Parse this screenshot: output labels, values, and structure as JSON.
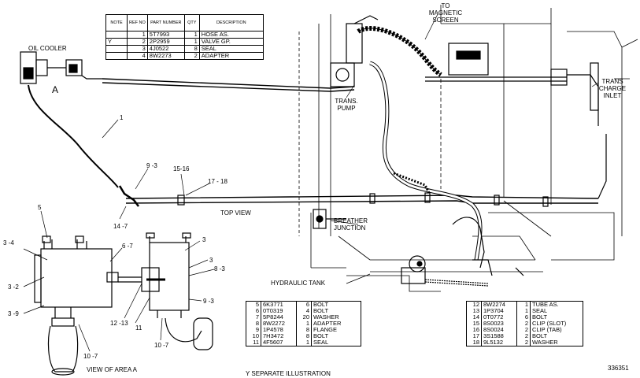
{
  "top_table": {
    "headers": [
      "NOTE",
      "REF NO",
      "PART NUMBER",
      "QTY",
      "DESCRIPTION"
    ],
    "rows": [
      {
        "note": "",
        "ref": "1",
        "part": "5T7993",
        "qty": "1",
        "desc": "HOSE AS."
      },
      {
        "note": "Y",
        "ref": "2",
        "part": "2P2959",
        "qty": "1",
        "desc": "VALVE GP."
      },
      {
        "note": "",
        "ref": "3",
        "part": "4J0522",
        "qty": "8",
        "desc": "SEAL"
      },
      {
        "note": "",
        "ref": "4",
        "part": "8W2273",
        "qty": "2",
        "desc": "ADAPTER"
      }
    ]
  },
  "mid_table": {
    "rows": [
      {
        "ref": "5",
        "part": "6K3771",
        "qty": "6",
        "desc": "BOLT"
      },
      {
        "ref": "6",
        "part": "0T0319",
        "qty": "4",
        "desc": "BOLT"
      },
      {
        "ref": "7",
        "part": "5P8244",
        "qty": "20",
        "desc": "WASHER"
      },
      {
        "ref": "8",
        "part": "8W2272",
        "qty": "1",
        "desc": "ADAPTER"
      },
      {
        "ref": "9",
        "part": "1P4578",
        "qty": "8",
        "desc": "FLANGE"
      },
      {
        "ref": "10",
        "part": "7H3472",
        "qty": "8",
        "desc": "BOLT"
      },
      {
        "ref": "11",
        "part": "4F5607",
        "qty": "1",
        "desc": "SEAL"
      }
    ]
  },
  "right_table": {
    "rows": [
      {
        "ref": "12",
        "part": "8W2274",
        "qty": "1",
        "desc": "TUBE AS."
      },
      {
        "ref": "13",
        "part": "1P3704",
        "qty": "1",
        "desc": "SEAL"
      },
      {
        "ref": "14",
        "part": "0T0772",
        "qty": "6",
        "desc": "BOLT"
      },
      {
        "ref": "15",
        "part": "8S0023",
        "qty": "2",
        "desc": "CLIP (SLOT)"
      },
      {
        "ref": "16",
        "part": "8S0024",
        "qty": "2",
        "desc": "CLIP (TAB)"
      },
      {
        "ref": "17",
        "part": "3S1588",
        "qty": "2",
        "desc": "BOLT"
      },
      {
        "ref": "18",
        "part": "9L5132",
        "qty": "2",
        "desc": "WASHER"
      }
    ]
  },
  "labels": {
    "oil_cooler": "OIL COOLER",
    "area_a": "A",
    "to_magnetic_screen_1": "TO",
    "to_magnetic_screen_2": "MAGNETIC",
    "to_magnetic_screen_3": "SCREEN",
    "trans_pump_1": "TRANS.",
    "trans_pump_2": "PUMP",
    "trans_charge_1": "TRANS",
    "trans_charge_2": "CHARGE",
    "trans_charge_3": "INLET",
    "top_view": "TOP VIEW",
    "breather_1": "BREATHER",
    "breather_2": "JUNCTION",
    "hydraulic_tank": "HYDRAULIC TANK",
    "view_of_area_a": "VIEW OF AREA A",
    "separate_illustration": "Y   SEPARATE ILLUSTRATION",
    "drawing_number": "336351"
  },
  "callouts": {
    "c1": "1",
    "c9_3a": "9 -3",
    "c15_16": "15-16",
    "c17_18": "17 - 18",
    "c14_7": "14 -7",
    "c5": "5",
    "c3_4": "3 -4",
    "c3_2": "3 -2",
    "c3_9": "3 -9",
    "c10_7a": "10 -7",
    "c6_7": "6 -7",
    "c3a": "3",
    "c3b": "3",
    "c8_3": "8 -3",
    "c12_13": "12 -13",
    "c11": "11",
    "c9_3b": "9 -3",
    "c10_7b": "10 -7"
  }
}
